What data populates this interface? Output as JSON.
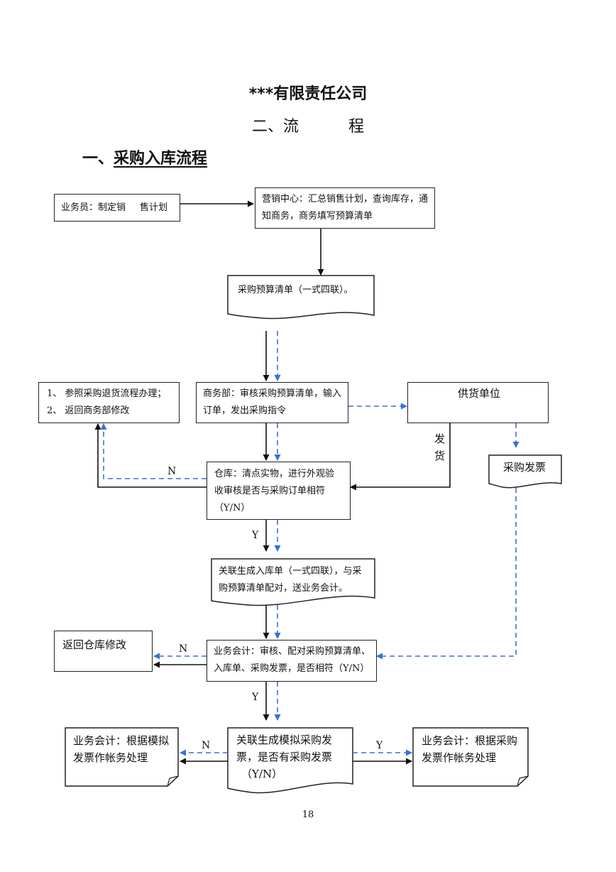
{
  "header": {
    "company": "***有限责任公司",
    "subtitle_left": "二、流",
    "subtitle_right": "程",
    "section_prefix": "一、",
    "section_title": "采购入库流程"
  },
  "nodes": {
    "salesman_a": "业务员：制定销",
    "salesman_b": "售计划",
    "marketing_line1": "营销中心：汇总销售计划，查询库存，通",
    "marketing_line2": "知商务，商务填写预算清单",
    "budget_list": "采购预算清单（一式四联）。",
    "return_line1": "1、 参照采购退货流程办理；",
    "return_line2": "2、 返回商务部修改",
    "commerce_line1": "商务部：审核采购预算清单，输入",
    "commerce_line2": "订单，发出采购指令",
    "supplier": "供货单位",
    "ship_char1": "发",
    "ship_char2": "货",
    "purchase_invoice": "采购发票",
    "warehouse_line1": "仓库：清点实物，进行外观验",
    "warehouse_line2": "收审核是否与采购订单相符",
    "warehouse_line3": "（Y/N）",
    "inbound_line1": "关联生成入库单（一式四联），与采",
    "inbound_line2": "购预算清单配对，送业务会计。",
    "return_warehouse": "返回仓库修改",
    "accounting_line1": "业务会计：审核、配对采购预算清单、",
    "accounting_line2": "入库单、采购发票，是否相符（Y/N）",
    "simulated_line1": "关联生成模拟采购发",
    "simulated_line2": "票，是否有采购发票",
    "simulated_line3": "（Y/N）",
    "left_result_line1": "业务会计：根据模拟",
    "left_result_line2": "发票作帐务处理",
    "right_result_line1": "业务会计：根据采购",
    "right_result_line2": "发票作帐务处理"
  },
  "labels": {
    "n1": "N",
    "y1": "Y",
    "n2": "N",
    "y2": "Y",
    "n3": "N",
    "y3": "Y"
  },
  "page_number": "18",
  "colors": {
    "black_flow": "#111111",
    "blue_flow": "#3a6fd8"
  }
}
